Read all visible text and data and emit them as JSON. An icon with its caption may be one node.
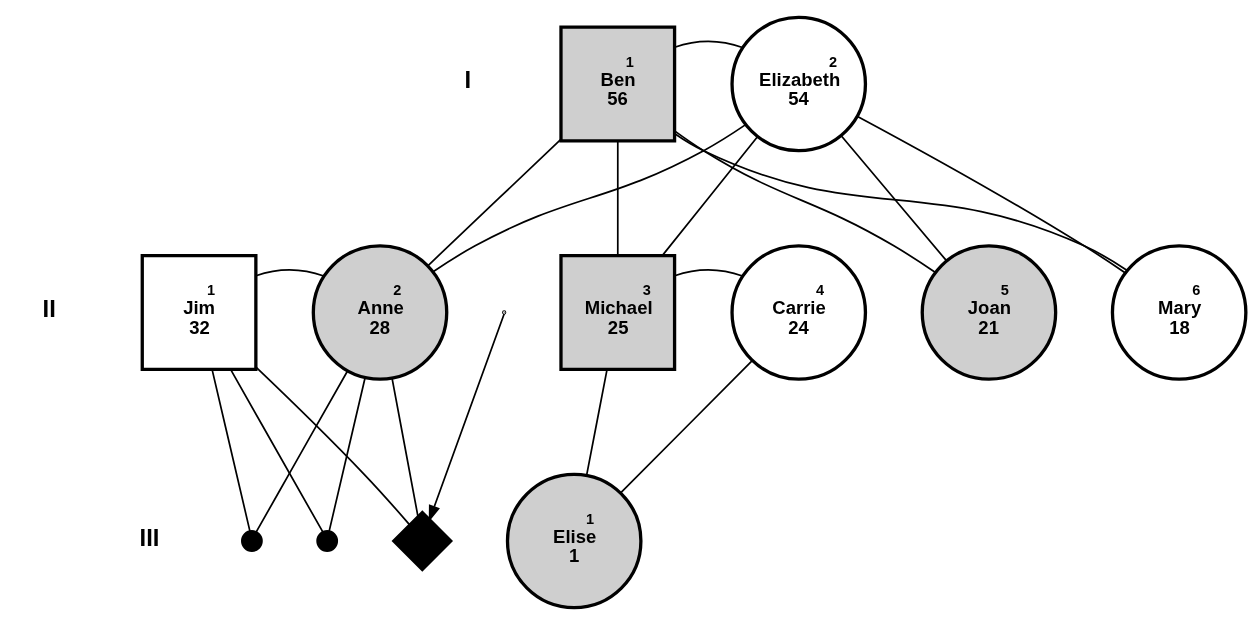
{
  "diagram": {
    "nodes": [
      {
        "text": [
          "1",
          "Ben",
          "56"
        ]
      },
      {
        "text": [
          "2",
          "Elizabeth",
          "54"
        ]
      },
      {
        "text": [
          "1",
          "Jim",
          "32"
        ]
      },
      {
        "text": [
          "2",
          "Anne",
          "28"
        ]
      },
      {
        "text": [
          "3",
          "Michael",
          "25"
        ]
      },
      {
        "text": [
          "4",
          "Carrie",
          "24"
        ]
      },
      {
        "text": [
          "5",
          "Joan",
          "21"
        ]
      },
      {
        "text": [
          "6",
          "Mary",
          "18"
        ]
      },
      {
        "text": [],
        "shape": "circle"
      },
      {
        "text": [],
        "shape": "circle"
      },
      {
        "text": [],
        "shape": "diamond"
      },
      {
        "text": [
          "1",
          "Elise",
          "1"
        ]
      }
    ],
    "edges": [
      {
        "from": 0,
        "to": 1,
        "arrow": "none"
      },
      {
        "from": 0,
        "to": 3,
        "arrow": "none"
      },
      {
        "from": 1,
        "to": 3,
        "arrow": "none"
      },
      {
        "from": 0,
        "to": 4,
        "arrow": "none"
      },
      {
        "from": 1,
        "to": 4,
        "arrow": "none"
      },
      {
        "from": 0,
        "to": 6,
        "arrow": "none"
      },
      {
        "from": 1,
        "to": 6,
        "arrow": "none"
      },
      {
        "from": 0,
        "to": 7,
        "arrow": "none"
      },
      {
        "from": 1,
        "to": 7,
        "arrow": "none"
      },
      {
        "from": 2,
        "to": 3,
        "arrow": "none"
      },
      {
        "from": 4,
        "to": 5,
        "arrow": "none"
      },
      {
        "from": 2,
        "to": 8,
        "arrow": "none"
      },
      {
        "from": 3,
        "to": 8,
        "arrow": "none"
      },
      {
        "from": 2,
        "to": 9,
        "arrow": "none"
      },
      {
        "from": 3,
        "to": 9,
        "arrow": "none"
      },
      {
        "from": 2,
        "to": 10,
        "arrow": "none"
      },
      {
        "from": 3,
        "to": 10,
        "arrow": "none"
      },
      {
        "from": 4,
        "to": 11,
        "arrow": "none"
      },
      {
        "from": 5,
        "to": 11,
        "arrow": "none"
      },
      {
        "from": null,
        "to": 10,
        "arrow": "to"
      }
    ],
    "labels": [
      "I",
      "II",
      "III"
    ]
  }
}
